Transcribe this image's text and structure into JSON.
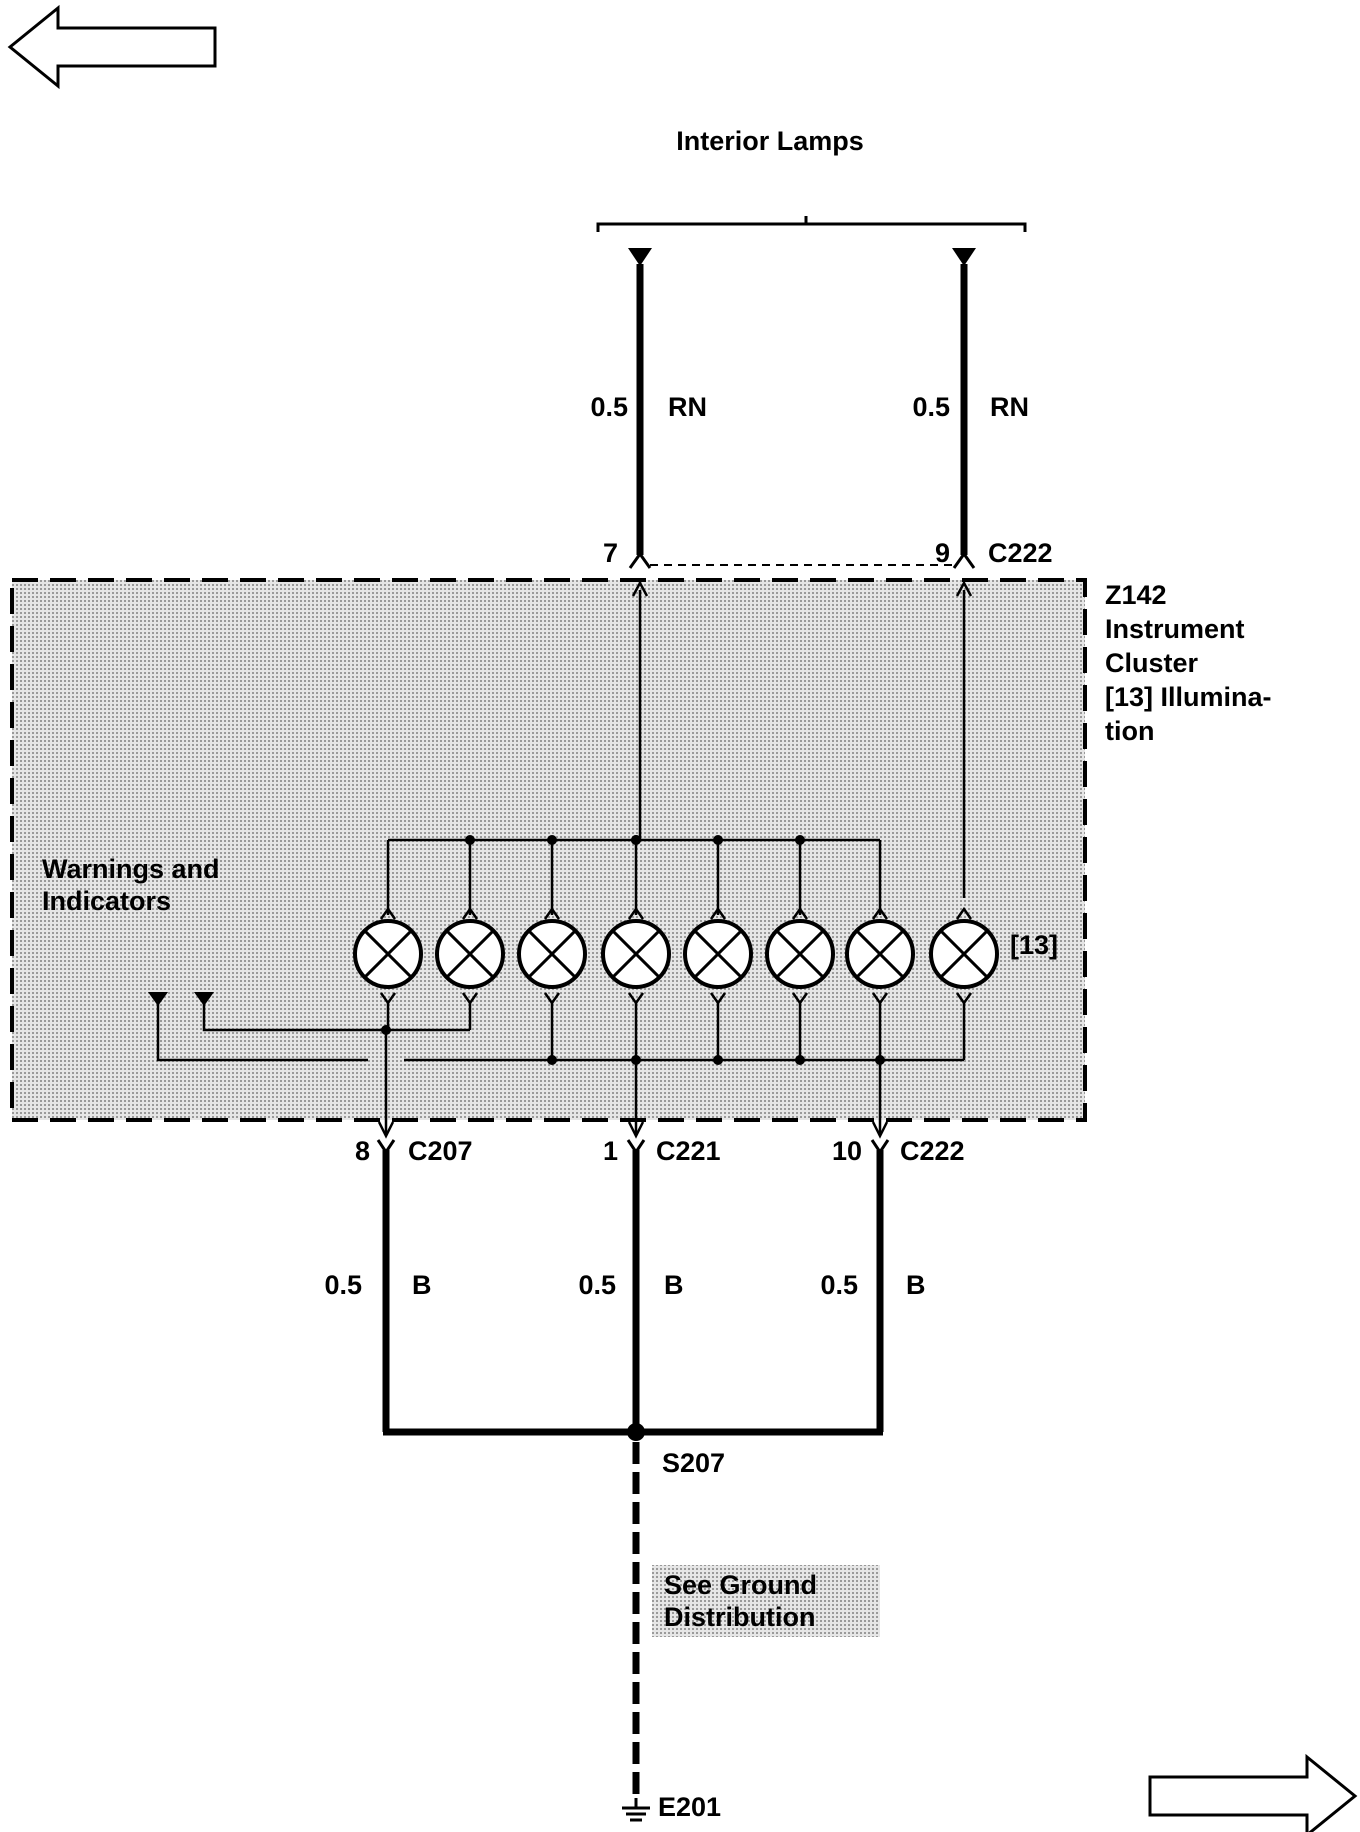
{
  "header": {
    "title": "Interior Lamps"
  },
  "nav": {
    "back_icon": "left-arrow-icon",
    "forward_icon": "right-arrow-icon"
  },
  "component": {
    "id": "Z142",
    "line1": "Instrument",
    "line2": "Cluster",
    "line3": "[13] Illumina-",
    "line4": "tion",
    "lamp_ref": "[13]",
    "group_line1": "Warnings and",
    "group_line2": "Indicators"
  },
  "top_wires": [
    {
      "gauge": "0.5",
      "color": "RN",
      "pin": "7"
    },
    {
      "gauge": "0.5",
      "color": "RN",
      "pin": "9",
      "connector": "C222"
    }
  ],
  "bottom_wires": [
    {
      "gauge": "0.5",
      "color": "B",
      "pin": "8",
      "connector": "C207"
    },
    {
      "gauge": "0.5",
      "color": "B",
      "pin": "1",
      "connector": "C221"
    },
    {
      "gauge": "0.5",
      "color": "B",
      "pin": "10",
      "connector": "C222"
    }
  ],
  "splice": "S207",
  "ground_ref": {
    "line1": "See Ground",
    "line2": "Distribution"
  },
  "ground": "E201",
  "colors": {
    "module_fill": "#d2d2d2",
    "wire": "#000000"
  }
}
